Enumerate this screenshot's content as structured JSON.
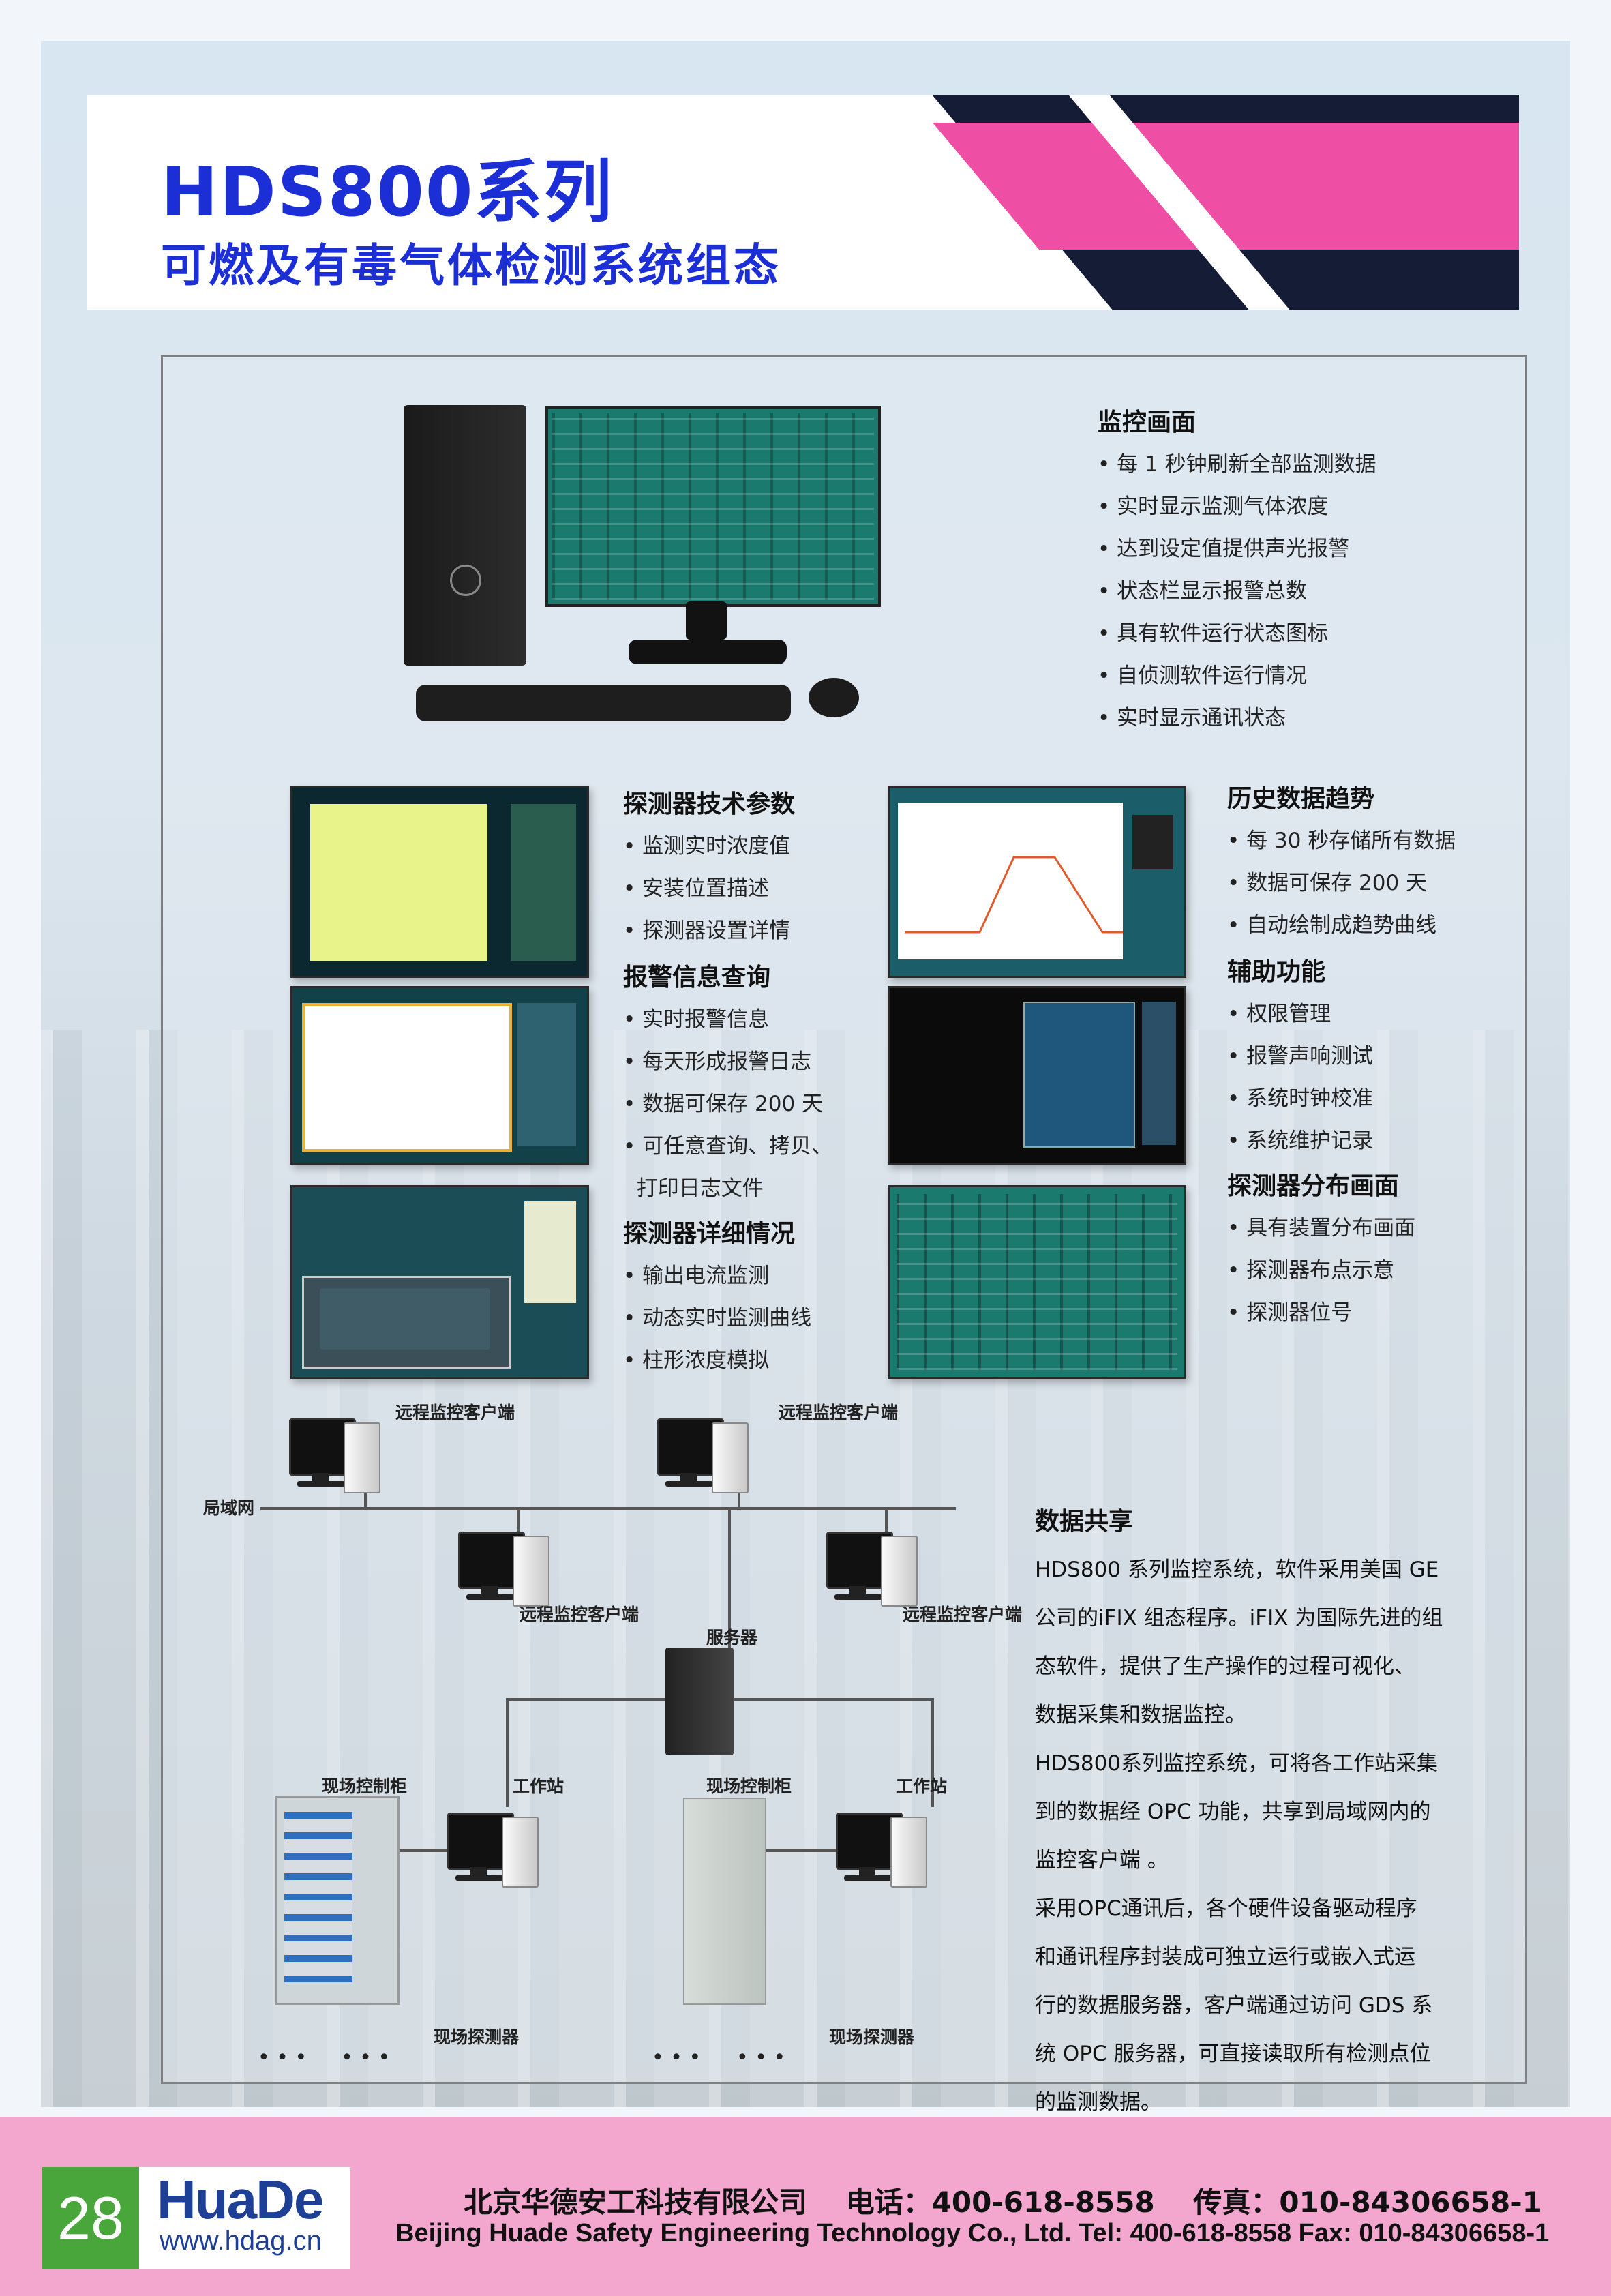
{
  "header": {
    "title": "HDS800系列",
    "subtitle": "可燃及有毒气体检测系统组态"
  },
  "sections": {
    "monitor": {
      "title": "监控画面",
      "items": [
        "• 每 1 秒钟刷新全部监测数据",
        "• 实时显示监测气体浓度",
        "• 达到设定值提供声光报警",
        "• 状态栏显示报警总数",
        "• 具有软件运行状态图标",
        "• 自侦测软件运行情况",
        "• 实时显示通讯状态"
      ]
    },
    "params": {
      "title": "探测器技术参数",
      "items": [
        "• 监测实时浓度值",
        "• 安装位置描述",
        "• 探测器设置详情"
      ]
    },
    "alarm": {
      "title": "报警信息查询",
      "items": [
        "• 实时报警信息",
        "• 每天形成报警日志",
        "• 数据可保存 200 天",
        "• 可任意查询、拷贝、",
        "  打印日志文件"
      ]
    },
    "detail": {
      "title": "探测器详细情况",
      "items": [
        "• 输出电流监测",
        "• 动态实时监测曲线",
        "• 柱形浓度模拟"
      ]
    },
    "history": {
      "title": "历史数据趋势",
      "items": [
        "• 每 30 秒存储所有数据",
        "• 数据可保存 200 天",
        "• 自动绘制成趋势曲线"
      ]
    },
    "aux": {
      "title": "辅助功能",
      "items": [
        "• 权限管理",
        "• 报警声响测试",
        "• 系统时钟校准",
        "• 系统维护记录"
      ]
    },
    "distrib": {
      "title": "探测器分布画面",
      "items": [
        "• 具有装置分布画面",
        "• 探测器布点示意",
        "• 探测器位号"
      ]
    }
  },
  "datashare": {
    "title": "数据共享",
    "lines": [
      "HDS800 系列监控系统，软件采用美国 GE",
      "公司的iFIX 组态程序。iFIX 为国际先进的组",
      "态软件，提供了生产操作的过程可视化、",
      "数据采集和数据监控。",
      "HDS800系列监控系统，可将各工作站采集",
      "到的数据经 OPC 功能，共享到局域网内的",
      "监控客户端 。",
      "采用OPC通讯后，各个硬件设备驱动程序",
      "和通讯程序封装成可独立运行或嵌入式运",
      "行的数据服务器，客户端通过访问 GDS 系",
      "统 OPC 服务器，可直接读取所有检测点位",
      "的监测数据。"
    ]
  },
  "network": {
    "remote_client": "远程监控客户端",
    "lan": "局域网",
    "server": "服务器",
    "field_cabinet": "现场控制柜",
    "workstation": "工作站",
    "field_detector": "现场探测器",
    "dots": "• • •"
  },
  "footer": {
    "page": "28",
    "logo": "HuaDe",
    "url": "www.hdag.cn",
    "line1": "北京华德安工科技有限公司　 电话：400-618-8558　 传真：010-84306658-1",
    "line2": "Beijing Huade Safety Engineering Technology Co., Ltd.   Tel: 400-618-8558   Fax: 010-84306658-1"
  },
  "colors": {
    "title": "#1c2fd6",
    "pink": "#ee4fa5",
    "navy": "#151d36",
    "footer": "#f3a7ce",
    "badge": "#49a63a"
  }
}
